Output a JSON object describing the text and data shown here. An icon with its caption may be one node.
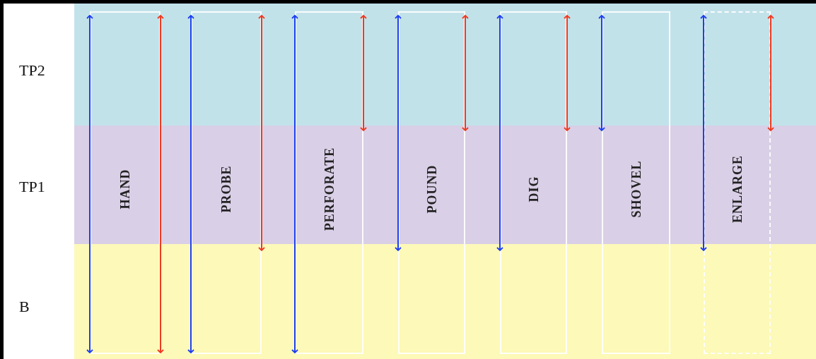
{
  "diagram": {
    "nodes": [
      {
        "text": [
          "TP2"
        ]
      },
      {
        "text": [
          "TP1"
        ]
      },
      {
        "text": [
          "B"
        ]
      },
      {
        "text": [
          "HAND"
        ]
      },
      {
        "text": [
          "PROBE"
        ]
      },
      {
        "text": [
          "PERFORATE"
        ]
      },
      {
        "text": [
          "POUND"
        ]
      },
      {
        "text": [
          "DIG"
        ]
      },
      {
        "text": [
          "SHOVEL"
        ]
      },
      {
        "text": [
          "ENLARGE"
        ]
      }
    ]
  }
}
